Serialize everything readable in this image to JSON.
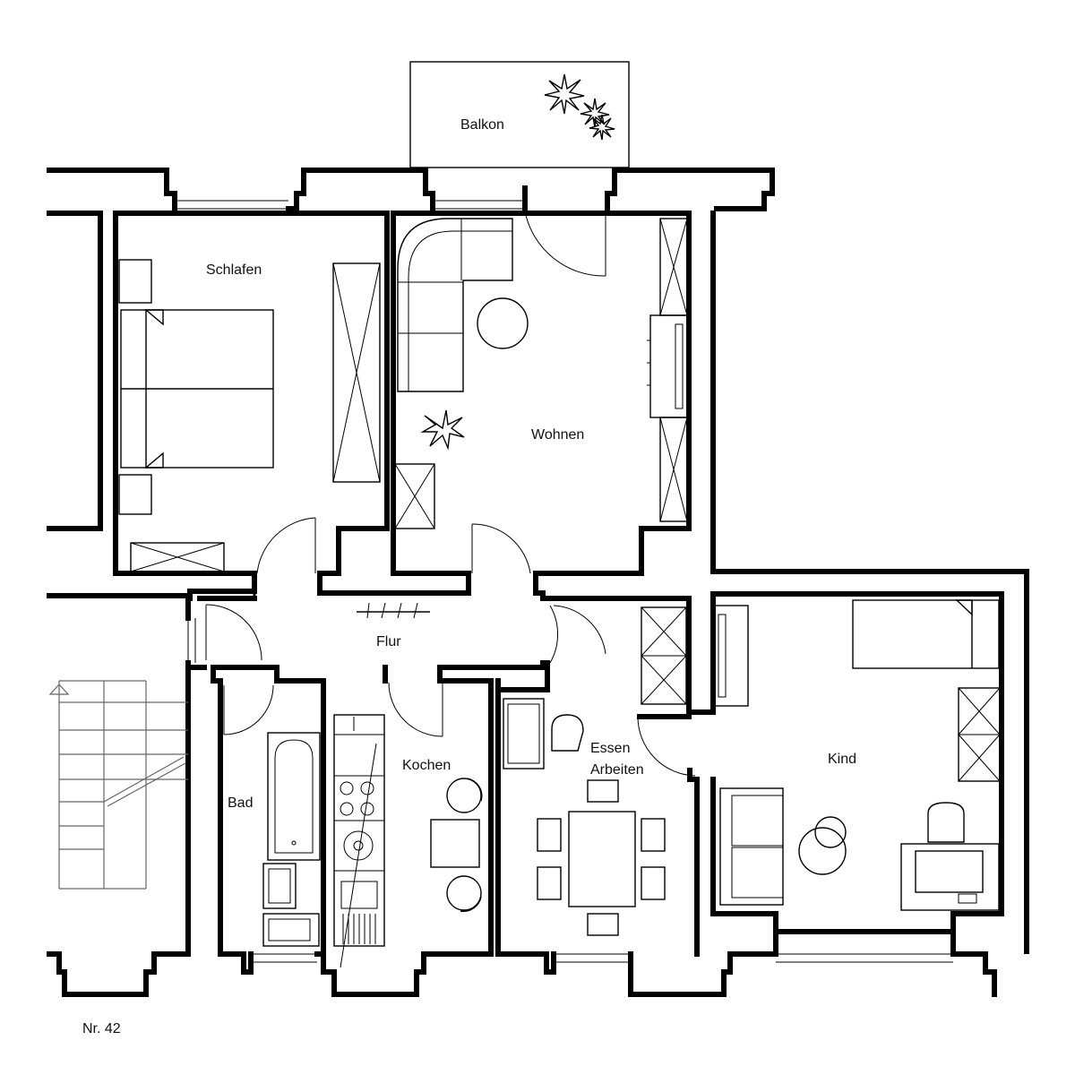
{
  "plan": {
    "rooms": {
      "balkon": "Balkon",
      "schlafen": "Schlafen",
      "wohnen": "Wohnen",
      "flur": "Flur",
      "kochen": "Kochen",
      "bad": "Bad",
      "essen": "Essen",
      "arbeiten": "Arbeiten",
      "kind": "Kind"
    },
    "caption": "Nr. 42"
  }
}
